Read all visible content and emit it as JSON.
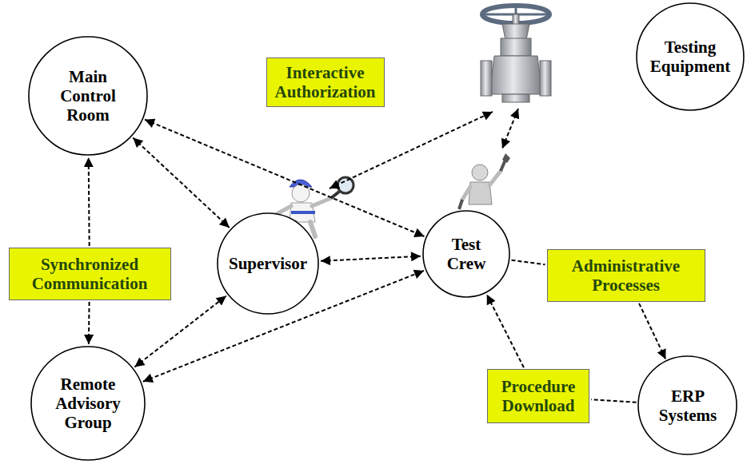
{
  "diagram": {
    "nodes": [
      {
        "text": [
          "Main Control Room"
        ]
      },
      {
        "text": [
          "Interactive Authorization"
        ]
      },
      {
        "text": [
          "Testing Equipment"
        ]
      },
      {
        "text": [
          "Synchronized Communication"
        ]
      },
      {
        "text": [
          "Supervisor"
        ]
      },
      {
        "text": [
          "Test Crew"
        ]
      },
      {
        "text": [
          "Administrative Processes"
        ]
      },
      {
        "text": [
          "Procedure Download"
        ]
      },
      {
        "text": [
          "Remote Advisory Group"
        ]
      },
      {
        "text": [
          "ERP Systems"
        ]
      }
    ],
    "edges": [
      {
        "from": 0,
        "to": 4,
        "arrow": "both"
      },
      {
        "from": 0,
        "to": 5,
        "arrow": "both"
      },
      {
        "from": 4,
        "to": 5,
        "arrow": "both"
      },
      {
        "from": 8,
        "to": 4,
        "arrow": "both"
      },
      {
        "from": 8,
        "to": 5,
        "arrow": "both"
      },
      {
        "from": 3,
        "to": 0,
        "arrow": "to"
      },
      {
        "from": 3,
        "to": 8,
        "arrow": "to"
      },
      {
        "from": 5,
        "to": 6,
        "arrow": "none"
      },
      {
        "from": 6,
        "to": 9,
        "arrow": "to"
      },
      {
        "from": 9,
        "to": 7,
        "arrow": "none"
      },
      {
        "from": 7,
        "to": 5,
        "arrow": "to"
      }
    ]
  }
}
